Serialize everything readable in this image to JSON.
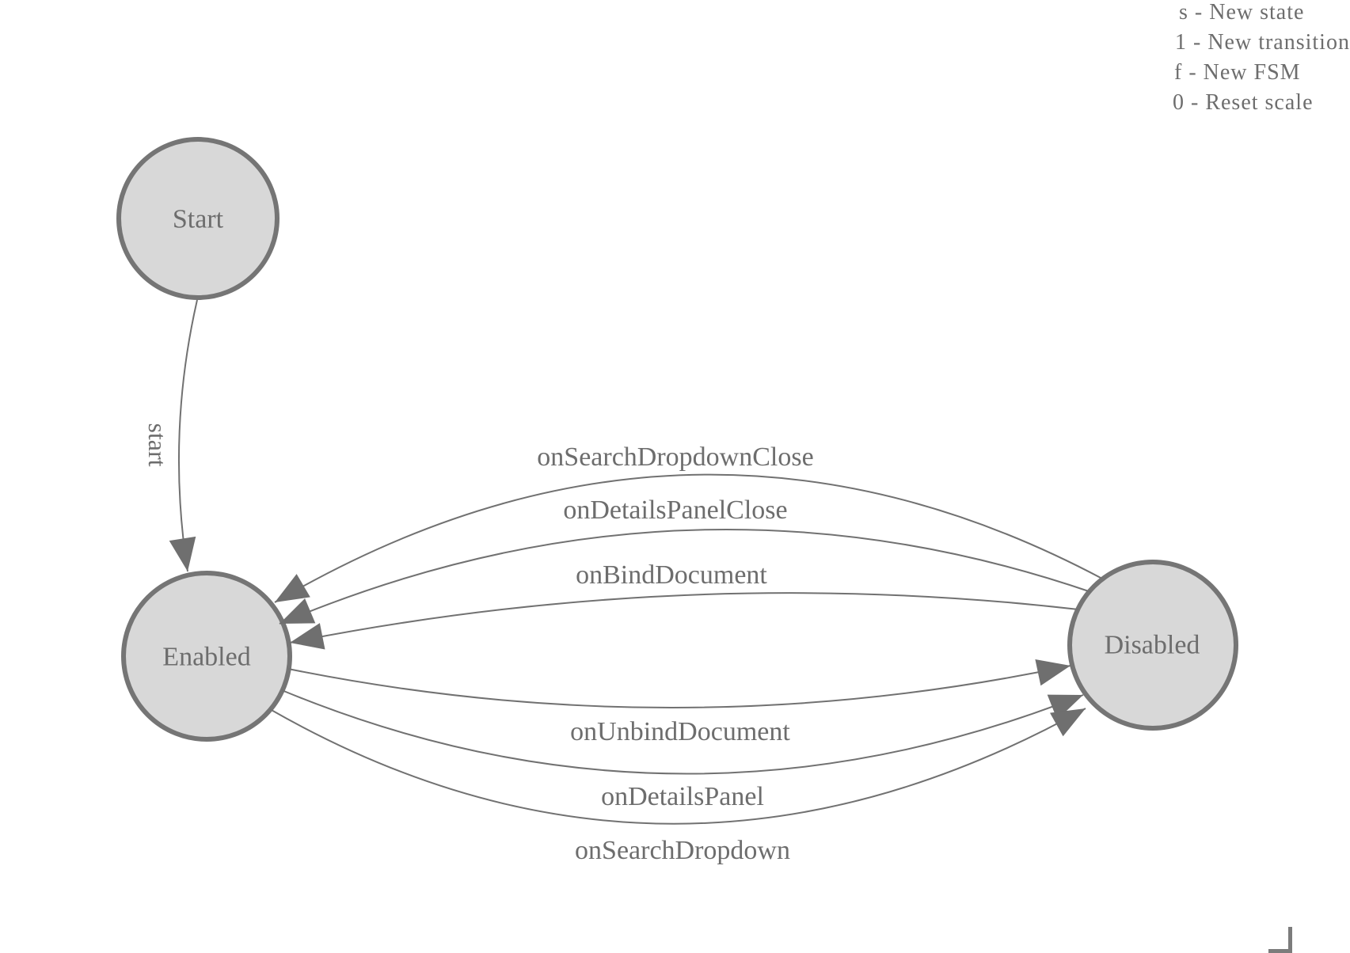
{
  "diagram": {
    "states": [
      {
        "label": "Start"
      },
      {
        "label": "Enabled"
      },
      {
        "label": "Disabled"
      }
    ],
    "transitions": [
      {
        "label": "start",
        "from": "Start",
        "to": "Enabled"
      },
      {
        "label": "onSearchDropdownClose",
        "from": "Disabled",
        "to": "Enabled"
      },
      {
        "label": "onDetailsPanelClose",
        "from": "Disabled",
        "to": "Enabled"
      },
      {
        "label": "onBindDocument",
        "from": "Disabled",
        "to": "Enabled"
      },
      {
        "label": "onUnbindDocument",
        "from": "Enabled",
        "to": "Disabled"
      },
      {
        "label": "onDetailsPanel",
        "from": "Enabled",
        "to": "Disabled"
      },
      {
        "label": "onSearchDropdown",
        "from": "Enabled",
        "to": "Disabled"
      }
    ]
  },
  "legend": {
    "lines": [
      "s - New state",
      "1 - New transition",
      "f - New FSM",
      "0 - Reset scale"
    ]
  },
  "colors": {
    "node_fill": "#d8d8d8",
    "node_stroke": "#757575",
    "edge": "#717171",
    "text": "#6d6d6d"
  }
}
